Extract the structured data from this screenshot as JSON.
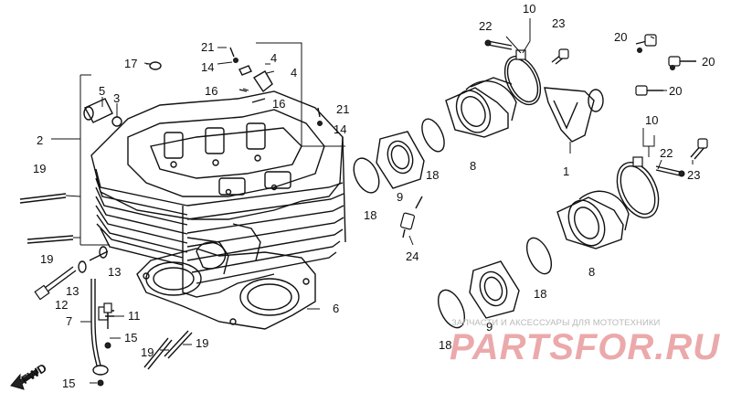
{
  "diagram": {
    "callouts": {
      "c1": "1",
      "c2": "2",
      "c3": "3",
      "c4a": "4",
      "c4b": "4",
      "c5": "5",
      "c6": "6",
      "c7": "7",
      "c8a": "8",
      "c8b": "8",
      "c9a": "9",
      "c9b": "9",
      "c10a": "10",
      "c10b": "10",
      "c11": "11",
      "c12": "12",
      "c13a": "13",
      "c13b": "13",
      "c14a": "14",
      "c14b": "14",
      "c15a": "15",
      "c15b": "15",
      "c16a": "16",
      "c16b": "16",
      "c17": "17",
      "c18a": "18",
      "c18b": "18",
      "c18c": "18",
      "c18d": "18",
      "c19a": "19",
      "c19b": "19",
      "c19c": "19",
      "c19d": "19",
      "c20a": "20",
      "c20b": "20",
      "c20c": "20",
      "c21a": "21",
      "c21b": "21",
      "c22a": "22",
      "c22b": "22",
      "c23a": "23",
      "c23b": "23",
      "c24": "24"
    },
    "fwd_label": "FWD"
  },
  "watermark": {
    "text": "ЗАПЧАСТИ И АКСЕССУАРЫ ДЛЯ МОТОТЕХНИКИ",
    "logo": "PARTSFOR.RU"
  },
  "colors": {
    "line": "#111111",
    "watermark_logo": "#e9a0a2",
    "watermark_text": "#b9b9b9"
  }
}
